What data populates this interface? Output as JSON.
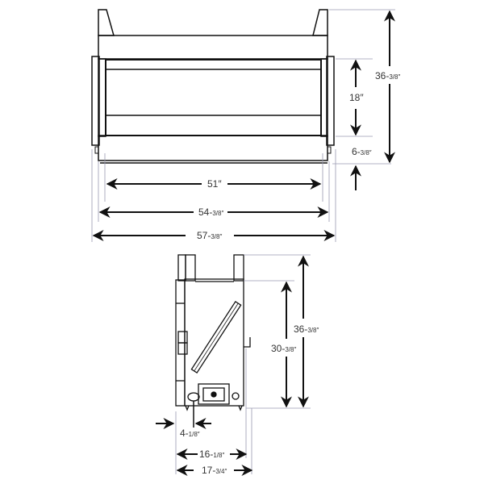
{
  "diagram": {
    "type": "technical-dimension-drawing",
    "subject": "fireplace unit",
    "views": {
      "front_view": {
        "dimensions": {
          "viewing_width": {
            "whole": "51″",
            "frac": ""
          },
          "inner_width": {
            "whole": "54-",
            "frac": "3/8″"
          },
          "overall_width": {
            "whole": "57-",
            "frac": "3/8″"
          },
          "opening_height": {
            "whole": "18″",
            "frac": ""
          },
          "base_height": {
            "whole": "6-",
            "frac": "3/8″"
          },
          "overall_height": {
            "whole": "36-",
            "frac": "3/8″"
          }
        }
      },
      "side_view": {
        "dimensions": {
          "body_height": {
            "whole": "30-",
            "frac": "3/8″"
          },
          "overall_height": {
            "whole": "36-",
            "frac": "3/8″"
          },
          "vent_offset": {
            "whole": "4-",
            "frac": "1/8″"
          },
          "body_depth": {
            "whole": "16-",
            "frac": "1/8″"
          },
          "overall_depth": {
            "whole": "17-",
            "frac": "3/4″"
          }
        }
      }
    },
    "colors": {
      "line": "#111111",
      "extension_line": "#9a9ab0",
      "text": "#333333"
    }
  }
}
